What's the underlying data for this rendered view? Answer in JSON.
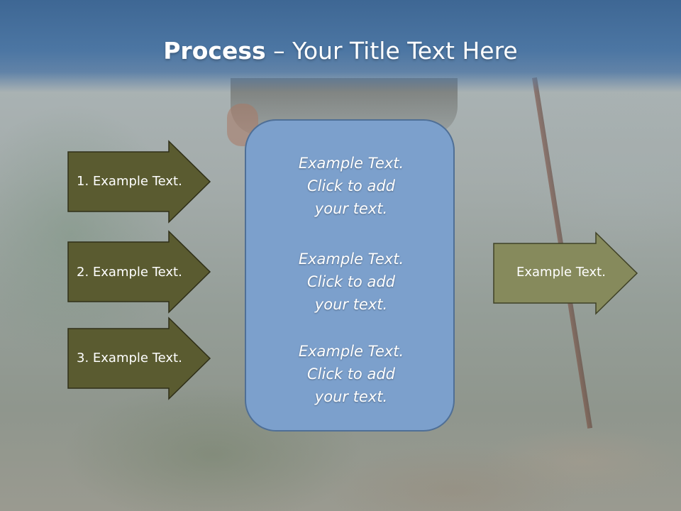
{
  "slide": {
    "title_bold": "Process",
    "title_rest": " – Your Title Text Here"
  },
  "left_arrows": [
    {
      "label": "1. Example Text."
    },
    {
      "label": "2. Example Text."
    },
    {
      "label": "3. Example Text."
    }
  ],
  "center_box": {
    "blocks": [
      {
        "lines": [
          "Example Text.",
          "Click  to add",
          "your text."
        ]
      },
      {
        "lines": [
          "Example Text.",
          "Click  to add",
          "your text."
        ]
      },
      {
        "lines": [
          "Example Text.",
          "Click  to add",
          "your text."
        ]
      }
    ]
  },
  "right_arrow": {
    "label": "Example Text."
  },
  "colors": {
    "title_band": "#4a73a0",
    "left_arrow_fill": "#5a5b30",
    "right_arrow_fill": "#868a5c",
    "center_box_fill": "#7ca0cc",
    "text": "#ffffff"
  }
}
